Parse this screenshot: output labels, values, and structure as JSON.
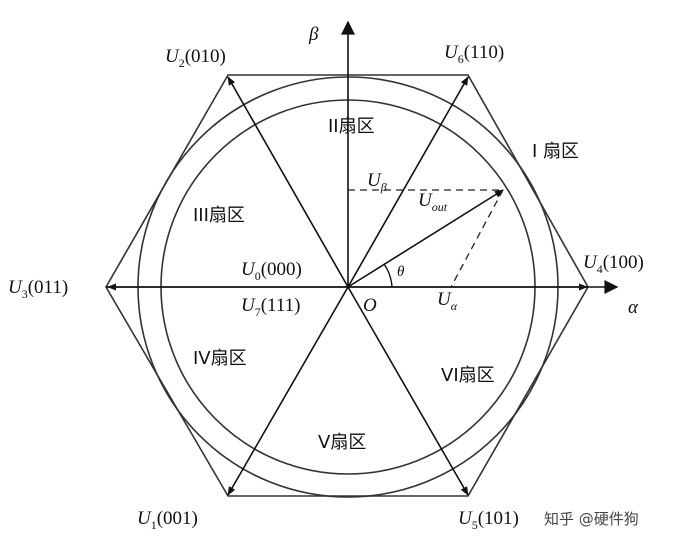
{
  "diagram": {
    "axes": {
      "beta": "β",
      "alpha": "α",
      "origin": "O"
    },
    "vectors": [
      {
        "sym": "U",
        "sub": "2",
        "code": "(010)"
      },
      {
        "sym": "U",
        "sub": "6",
        "code": "(110)"
      },
      {
        "sym": "U",
        "sub": "3",
        "code": "(011)"
      },
      {
        "sym": "U",
        "sub": "4",
        "code": "(100)"
      },
      {
        "sym": "U",
        "sub": "1",
        "code": "(001)"
      },
      {
        "sym": "U",
        "sub": "5",
        "code": "(101)"
      }
    ],
    "zero_vectors": [
      {
        "sym": "U",
        "sub": "0",
        "code": "(000)"
      },
      {
        "sym": "U",
        "sub": "7",
        "code": "(111)"
      }
    ],
    "sectors": [
      "I 扇区",
      "II扇区",
      "III扇区",
      "IV扇区",
      "V扇区",
      "VI扇区"
    ],
    "components": {
      "u_beta": {
        "sym": "U",
        "sub": "β"
      },
      "u_out": {
        "sym": "U",
        "sub": "out"
      },
      "u_alpha": {
        "sym": "U",
        "sub": "α"
      },
      "theta": "θ"
    }
  },
  "watermark": "知乎 @硬件狗"
}
